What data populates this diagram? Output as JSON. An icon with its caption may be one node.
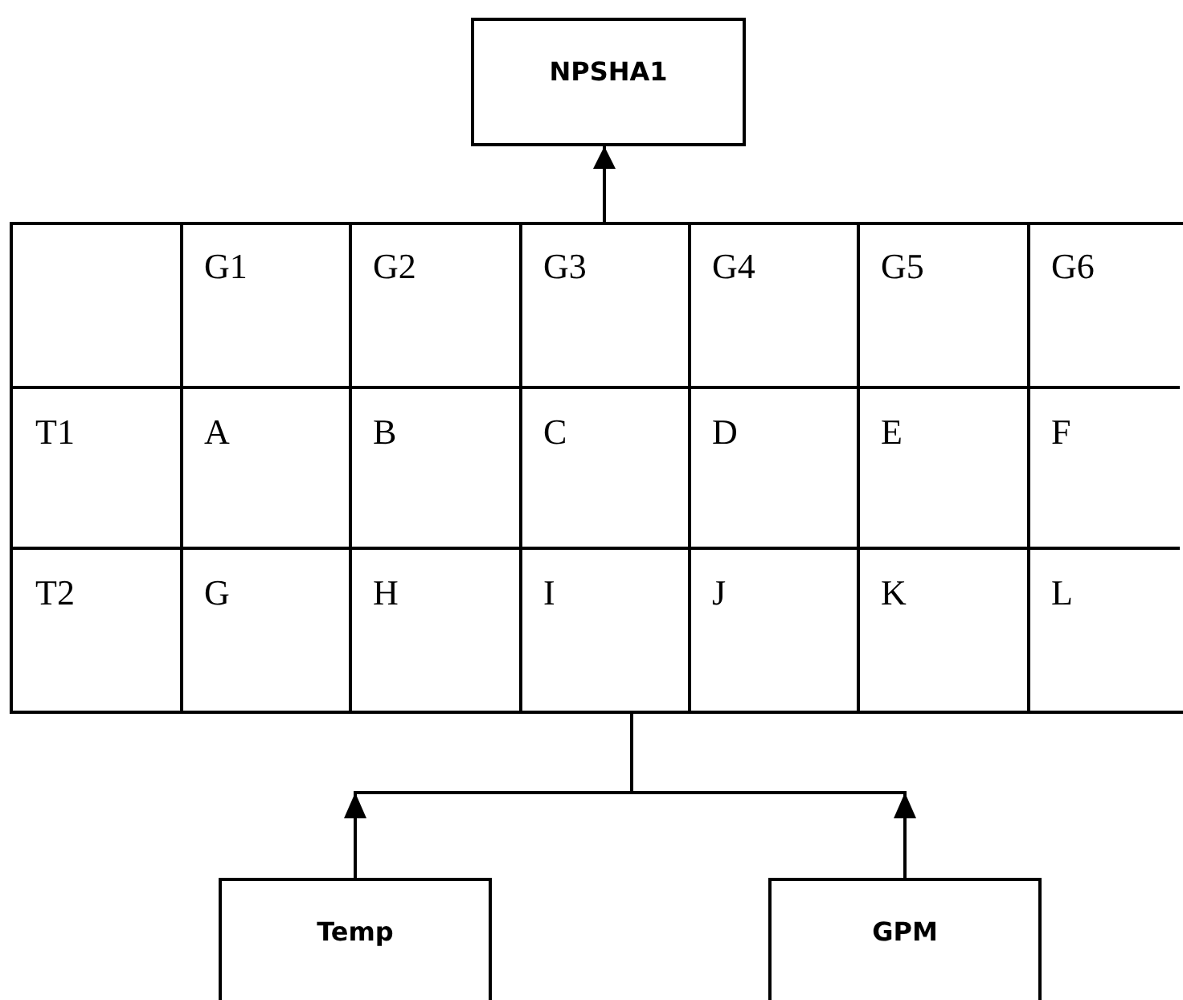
{
  "diagram": {
    "nodes": [
      {
        "text": [
          "NPSHA1"
        ]
      },
      {
        "text": [],
        "shape": "box"
      },
      {
        "text": [
          "Temp"
        ]
      },
      {
        "text": [
          "GPM"
        ]
      }
    ],
    "edges": [
      {
        "from": 1,
        "to": 0,
        "arrow": "to"
      },
      {
        "from": 2,
        "to": 1,
        "arrow": "to"
      },
      {
        "from": 3,
        "to": 1,
        "arrow": "to"
      }
    ],
    "labels": [
      "G1",
      "G2",
      "G3",
      "G4",
      "G5",
      "G6",
      "T1",
      "A",
      "B",
      "C",
      "D",
      "E",
      "F",
      "T2",
      "G",
      "H",
      "I",
      "J",
      "K",
      "L"
    ]
  }
}
